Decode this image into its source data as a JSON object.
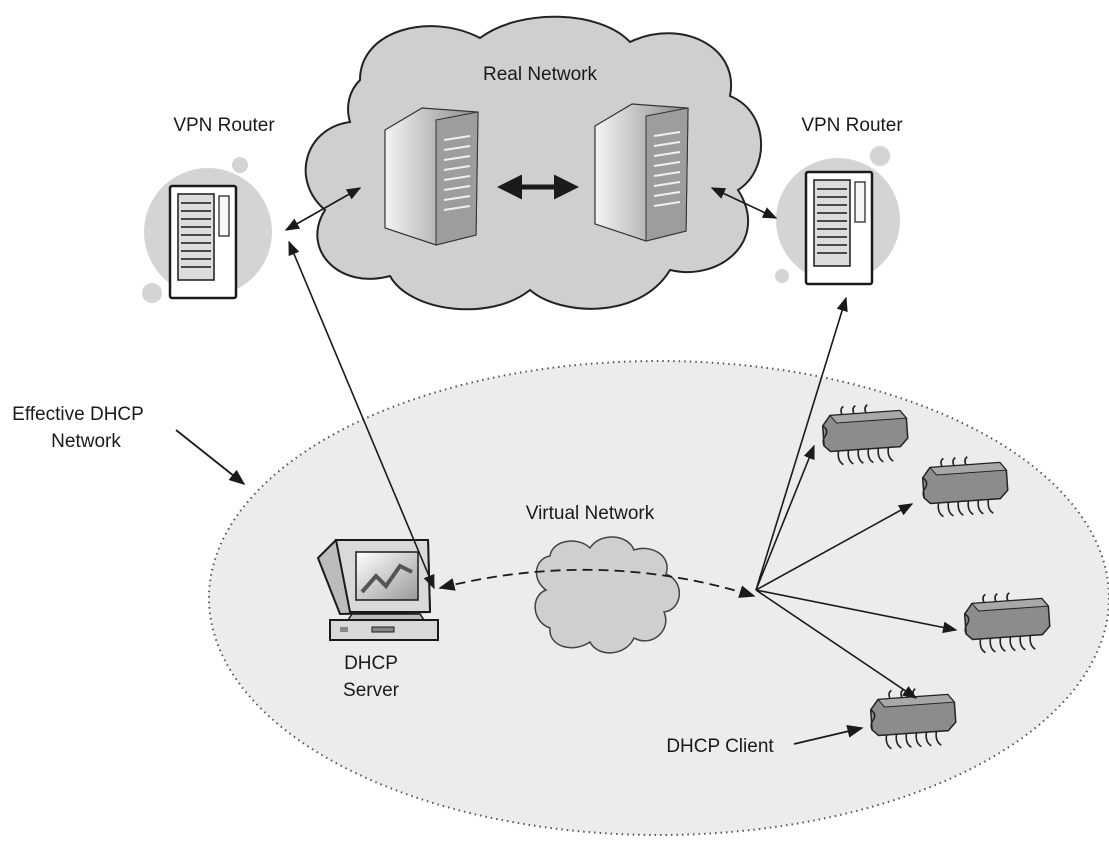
{
  "labels": {
    "real_network": "Real Network",
    "vpn_router_left": "VPN Router",
    "vpn_router_right": "VPN Router",
    "effective_line1": "Effective DHCP",
    "effective_line2": "Network",
    "virtual_network": "Virtual Network",
    "dhcp_server_line1": "DHCP",
    "dhcp_server_line2": "Server",
    "dhcp_client": "DHCP Client"
  },
  "icons": {
    "router": "server-tower-icon",
    "server": "desktop-computer-icon",
    "client": "chip-icon",
    "cloud": "cloud-icon"
  },
  "colors": {
    "cloud_fill": "#cfcfcf",
    "ellipse_fill": "#ececec",
    "line": "#1a1a1a"
  }
}
